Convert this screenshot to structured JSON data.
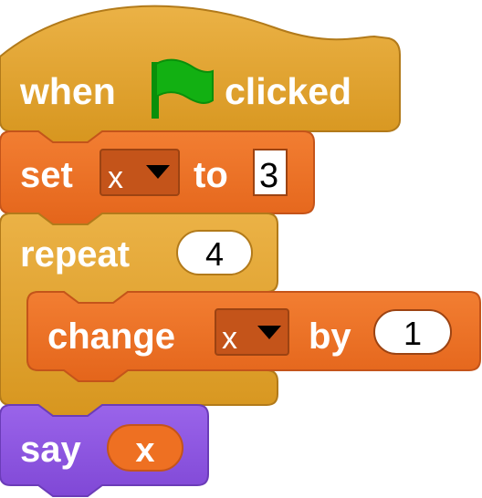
{
  "colors": {
    "control": "#E2A12A",
    "control_edge": "#B27A1A",
    "variables": "#EE7022",
    "variables_dark": "#C4541A",
    "looks": "#8E56E1",
    "looks_dark": "#6B3CB8",
    "flag": "#12B012",
    "input_bg": "#FFFFFF",
    "text": "#FFFFFF"
  },
  "blocks": {
    "hat": {
      "word_when": "when",
      "icon": "green-flag-icon",
      "word_clicked": "clicked"
    },
    "set": {
      "word_set": "set",
      "variable": "x",
      "word_to": "to",
      "value": "3"
    },
    "repeat": {
      "word_repeat": "repeat",
      "times": "4"
    },
    "change": {
      "word_change": "change",
      "variable": "x",
      "word_by": "by",
      "value": "1"
    },
    "say": {
      "word_say": "say",
      "reporter": "x"
    }
  }
}
